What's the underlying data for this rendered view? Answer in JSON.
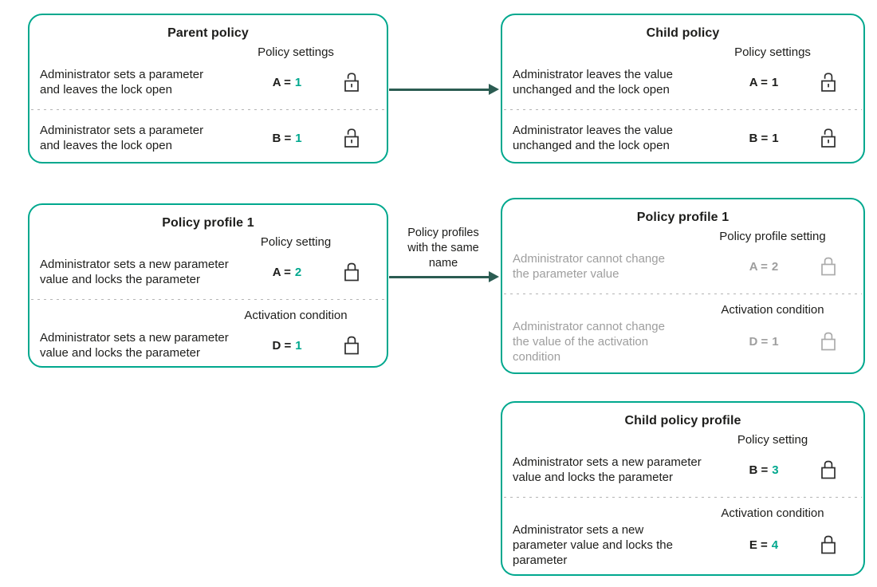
{
  "colors": {
    "box_border": "#00A88E",
    "accent_value": "#00A88E",
    "arrow": "#2B5C52",
    "muted_text": "#9E9E9E",
    "text": "#1D1D1B",
    "divider": "#B5B5B5"
  },
  "connector": {
    "label": "Policy profiles\nwith the same\nname"
  },
  "boxes": {
    "parent": {
      "title": "Parent policy",
      "sections": [
        {
          "label": "Policy settings",
          "row": {
            "text": "Administrator sets a parameter\nand leaves the lock open",
            "param": "A =",
            "value": "1",
            "lock": "open"
          }
        },
        {
          "row": {
            "text": "Administrator sets a parameter\nand leaves the lock open",
            "param": "B =",
            "value": "1",
            "lock": "open"
          }
        }
      ]
    },
    "child": {
      "title": "Child policy",
      "sections": [
        {
          "label": "Policy settings",
          "row": {
            "text": "Administrator leaves the value\nunchanged and the lock open",
            "param": "A =",
            "value": "1",
            "lock": "open"
          }
        },
        {
          "row": {
            "text": "Administrator leaves the value\nunchanged and the lock open",
            "param": "B =",
            "value": "1",
            "lock": "open"
          }
        }
      ]
    },
    "profile1": {
      "title": "Policy profile 1",
      "sections": [
        {
          "label": "Policy setting",
          "row": {
            "text": "Administrator sets a new parameter\nvalue and locks the parameter",
            "param": "A =",
            "value": "2",
            "lock": "closed"
          }
        },
        {
          "label": "Activation condition",
          "row": {
            "text": "Administrator sets a new parameter\nvalue and locks the parameter",
            "param": "D =",
            "value": "1",
            "lock": "closed"
          }
        }
      ]
    },
    "profile1_child": {
      "title": "Policy profile 1",
      "sections": [
        {
          "label": "Policy profile setting",
          "row": {
            "text": "Administrator cannot change\nthe parameter value",
            "param": "A =",
            "value": "2",
            "lock": "closed"
          }
        },
        {
          "label": "Activation condition",
          "row": {
            "text": "Administrator cannot change\nthe value of the activation\ncondition",
            "param": "D =",
            "value": "1",
            "lock": "closed"
          }
        }
      ]
    },
    "child_profile": {
      "title": "Child policy profile",
      "sections": [
        {
          "label": "Policy setting",
          "row": {
            "text": "Administrator sets a new parameter\nvalue and locks the parameter",
            "param": "B =",
            "value": "3",
            "lock": "closed"
          }
        },
        {
          "label": "Activation condition",
          "row": {
            "text": "Administrator sets a new\nparameter value and locks the\nparameter",
            "param": "E =",
            "value": "4",
            "lock": "closed"
          }
        }
      ]
    }
  }
}
